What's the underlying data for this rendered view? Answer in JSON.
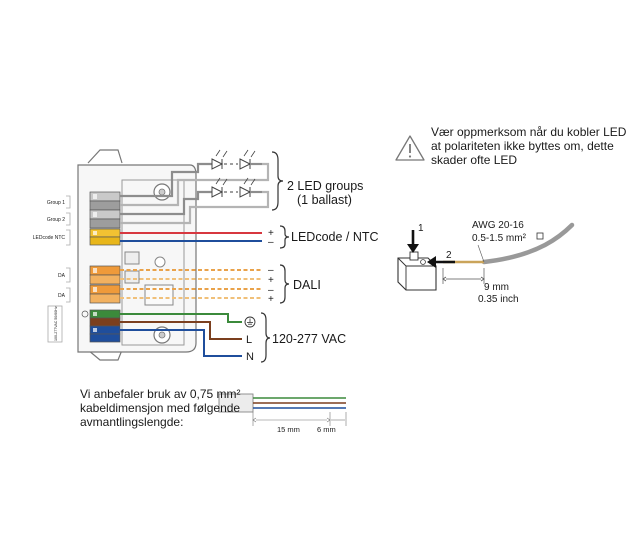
{
  "warning": {
    "lines": [
      "Vær oppmerksom når du kobler LED",
      "at polariteten ikke byttes om, dette",
      "skader ofte LED"
    ]
  },
  "driver": {
    "port_labels": [
      "Group 1",
      "Group 2",
      "LEDcode NTC",
      "DA",
      "DA"
    ],
    "side_label": "100-277VAC 50/60Hz"
  },
  "terminals": {
    "led_groups": {
      "line1": "2 LED groups",
      "line2": "(1 ballast)"
    },
    "ledcode": {
      "label": "LEDcode / NTC",
      "plus": "+",
      "minus": "–"
    },
    "dali": {
      "label": "DALI",
      "signs": [
        "–",
        "+",
        "–",
        "+"
      ]
    },
    "mains": {
      "label": "120-277 VAC",
      "live": "L",
      "neutral": "N"
    }
  },
  "connector": {
    "step1": "1",
    "step2": "2",
    "awg": "AWG 20-16",
    "cross_section": "0.5-1.5 mm²",
    "strip_mm": "9 mm",
    "strip_inch": "0.35 inch"
  },
  "recommendation": {
    "lines": [
      "Vi anbefaler bruk av 0,75 mm²",
      "kabeldimensjon med følgende",
      "avmantlingslengde:"
    ],
    "dim1": "15 mm",
    "dim2": "6 mm"
  },
  "colors": {
    "red": "#d7373f",
    "blue": "#1f4e9c",
    "green": "#3b8a3b",
    "brown": "#7b3f1e",
    "orange": "#e9a24a",
    "yellow": "#f2c232",
    "grey": "#8a8a8a"
  }
}
